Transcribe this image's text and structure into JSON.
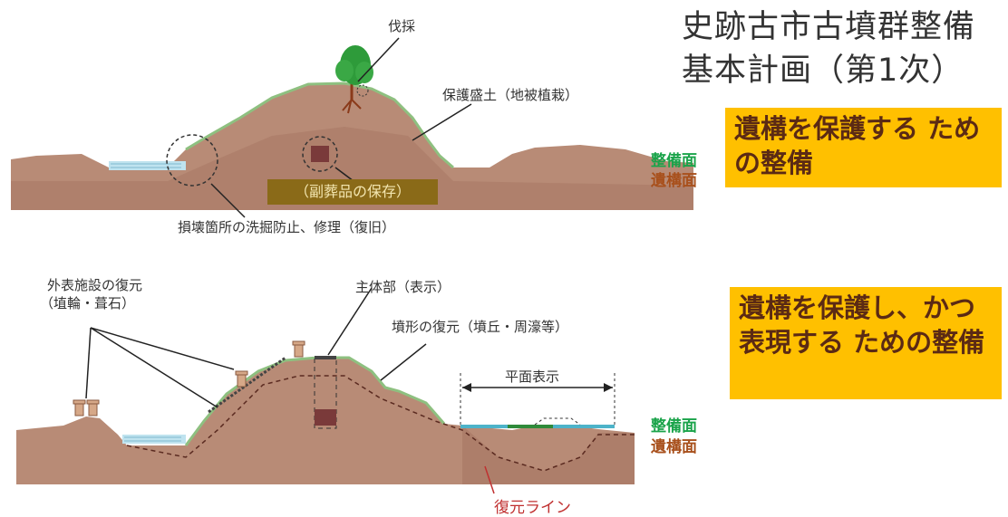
{
  "title": {
    "line1": "史跡古市古墳群整備",
    "line2": "基本計画（第1次）"
  },
  "top": {
    "callout": "遺構を保護する ための整備",
    "labels": {
      "logging": "伐採",
      "protective_fill": "保護盛土（地被植栽）",
      "grave_goods": "（副葬品の保存）",
      "repair": "損壊箇所の洗掘防止、修理（復旧）",
      "maintenance_surface": "整備面",
      "remains_surface": "遺構面"
    }
  },
  "bottom": {
    "callout": "遺構を保護し、かつ表現する ための整備",
    "labels": {
      "exterior_line1": "外表施設の復元",
      "exterior_line2": "（埴輪・葺石）",
      "main_part": "主体部（表示）",
      "mound_restore": "墳形の復元（墳丘・周濠等）",
      "plane_display": "平面表示",
      "restore_line": "復元ライン",
      "maintenance_surface": "整備面",
      "remains_surface": "遺構面"
    }
  },
  "colors": {
    "soil": "#b88b76",
    "soil_light": "#d4b2a0",
    "fill_line": "#8ec080",
    "water": "#bfe3ef",
    "callout": "#ffc000",
    "callout_text": "#5b2a14",
    "maintenance_green": "#1aa34a",
    "remains_brown": "#a8501c",
    "grave_box": "#8a6a18",
    "restore_red": "#c03030"
  },
  "icons": [
    "tree-icon",
    "haniwa-icon",
    "arrow-icon"
  ]
}
